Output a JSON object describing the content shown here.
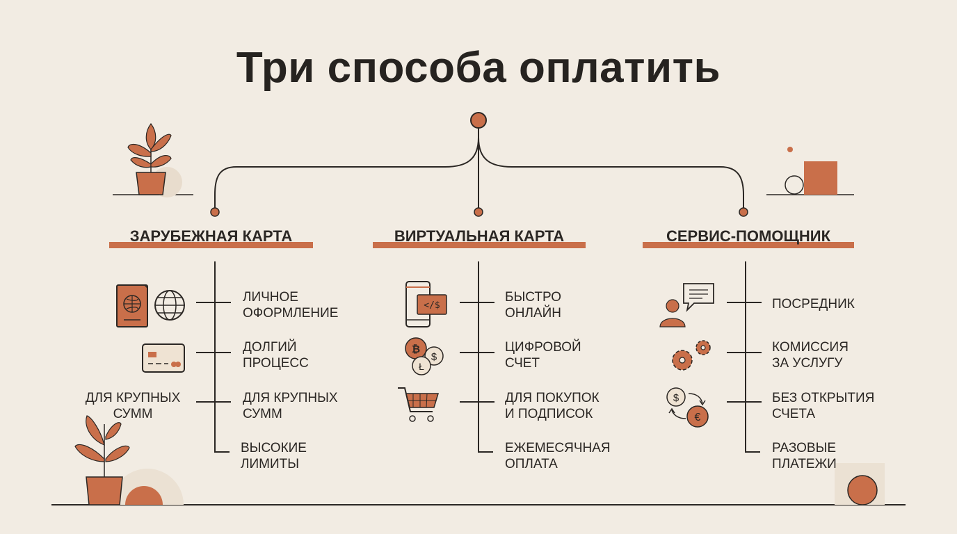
{
  "title": "Три способа оплатить",
  "colors": {
    "accent": "#c96f4a",
    "background": "#f2ece3",
    "ink": "#2b2724"
  },
  "columns": [
    {
      "title": "ЗАРУБЕЖНАЯ КАРТА",
      "items": [
        {
          "text": "ЛИЧНОЕ\nОФОРМЛЕНИЕ",
          "icon": "passport-globe-icon"
        },
        {
          "text": "ДОЛГИЙ\nПРОЦЕСС",
          "icon": "credit-card-icon"
        },
        {
          "text": "ДЛЯ КРУПНЫХ\nСУММ",
          "icon": ""
        },
        {
          "text": "ВЫСОКИЕ\nЛИМИТЫ",
          "icon": ""
        }
      ],
      "side_label": "ДЛЯ КРУПНЫХ\nСУММ"
    },
    {
      "title": "ВИРТУАЛЬНАЯ КАРТА",
      "items": [
        {
          "text": "БЫСТРО\nОНЛАЙН",
          "icon": "smartphone-code-icon"
        },
        {
          "text": "ЦИФРОВОЙ\nСЧЕТ",
          "icon": "crypto-coins-icon"
        },
        {
          "text": "ДЛЯ ПОКУПОК\nИ ПОДПИСОК",
          "icon": "shopping-cart-icon"
        },
        {
          "text": "ЕЖЕМЕСЯЧНАЯ\nОПЛАТА",
          "icon": ""
        }
      ]
    },
    {
      "title": "СЕРВИС-ПОМОЩНИК",
      "items": [
        {
          "text": "ПОСРЕДНИК",
          "icon": "person-chat-icon"
        },
        {
          "text": "КОМИССИЯ\nЗА УСЛУГУ",
          "icon": "gears-icon"
        },
        {
          "text": "БЕЗ ОТКРЫТИЯ\nСЧЕТА",
          "icon": "currency-exchange-icon"
        },
        {
          "text": "РАЗОВЫЕ\nПЛАТЕЖИ",
          "icon": ""
        }
      ]
    }
  ],
  "decorations": [
    "plant-icon",
    "plant-icon",
    "shelf-objects-icon",
    "ball-icon"
  ]
}
